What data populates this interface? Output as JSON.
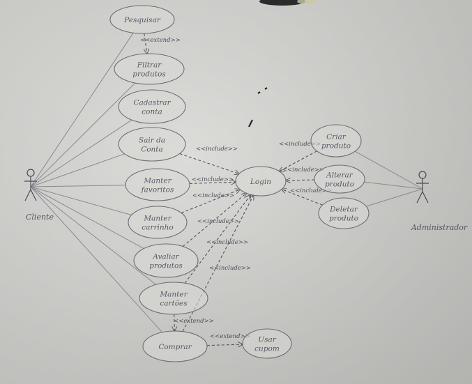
{
  "diagram": {
    "actors": [
      {
        "id": "cliente",
        "label": "Cliente"
      },
      {
        "id": "admin",
        "label": "Administrador"
      }
    ],
    "use_cases": [
      {
        "id": "pesquisar",
        "lines": [
          "Pesquisar"
        ]
      },
      {
        "id": "filtrar",
        "lines": [
          "Filtrar",
          "produtos"
        ]
      },
      {
        "id": "cadastrar",
        "lines": [
          "Cadastrar",
          "conta"
        ]
      },
      {
        "id": "sair",
        "lines": [
          "Sair da",
          "Conta"
        ]
      },
      {
        "id": "favoritos",
        "lines": [
          "Manter",
          "favoritos"
        ]
      },
      {
        "id": "carrinho",
        "lines": [
          "Manter",
          "carrinho"
        ]
      },
      {
        "id": "avaliar",
        "lines": [
          "Avaliar",
          "produtos"
        ]
      },
      {
        "id": "cartao",
        "lines": [
          "Manter",
          "cartões"
        ]
      },
      {
        "id": "comprar",
        "lines": [
          "Comprar"
        ]
      },
      {
        "id": "cupom",
        "lines": [
          "Usar",
          "cupom"
        ]
      },
      {
        "id": "login",
        "lines": [
          "Login"
        ]
      },
      {
        "id": "criar",
        "lines": [
          "Criar",
          "produto"
        ]
      },
      {
        "id": "alterar",
        "lines": [
          "Alterar",
          "produto"
        ]
      },
      {
        "id": "deletar",
        "lines": [
          "Deletar",
          "produto"
        ]
      }
    ],
    "associations": [
      [
        "cliente",
        "pesquisar"
      ],
      [
        "cliente",
        "filtrar"
      ],
      [
        "cliente",
        "cadastrar"
      ],
      [
        "cliente",
        "sair"
      ],
      [
        "cliente",
        "favoritos"
      ],
      [
        "cliente",
        "carrinho"
      ],
      [
        "cliente",
        "avaliar"
      ],
      [
        "cliente",
        "cartao"
      ],
      [
        "cliente",
        "comprar"
      ],
      [
        "admin",
        "criar"
      ],
      [
        "admin",
        "alterar"
      ],
      [
        "admin",
        "deletar"
      ]
    ],
    "relations": [
      {
        "from": "pesquisar",
        "to": "filtrar",
        "label": "<<extend>>"
      },
      {
        "from": "sair",
        "to": "login",
        "label": "<<include>>"
      },
      {
        "from": "favoritos",
        "to": "login",
        "label": "<<include>>"
      },
      {
        "from": "carrinho",
        "to": "login",
        "label": "<<include>>"
      },
      {
        "from": "avaliar",
        "to": "login",
        "label": "<<include>>"
      },
      {
        "from": "cartao",
        "to": "login",
        "label": "<<include>>"
      },
      {
        "from": "comprar",
        "to": "login",
        "label": "<<include>>"
      },
      {
        "from": "criar",
        "to": "login",
        "label": "<<include>>"
      },
      {
        "from": "alterar",
        "to": "login",
        "label": "<<include>>"
      },
      {
        "from": "deletar",
        "to": "login",
        "label": "<<include>>"
      },
      {
        "from": "cartao",
        "to": "comprar",
        "label": "<<extend>>"
      },
      {
        "from": "comprar",
        "to": "cupom",
        "label": "<<extend>>"
      }
    ]
  }
}
